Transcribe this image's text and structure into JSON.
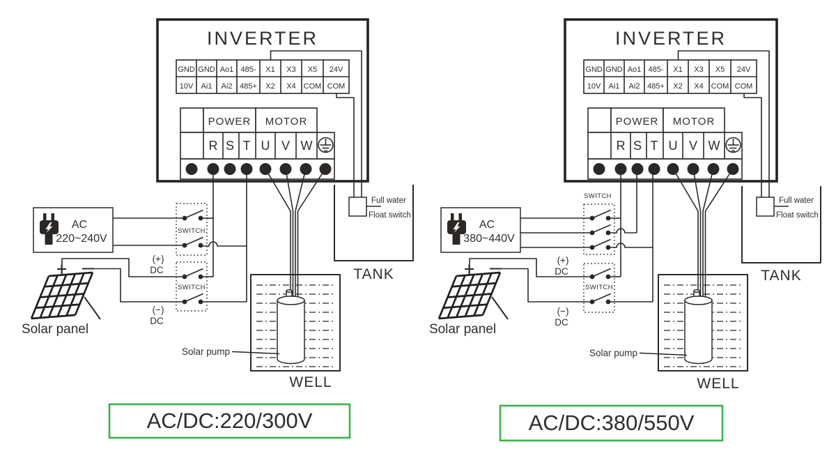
{
  "colors": {
    "line": "#2b2826",
    "text": "#312d2b",
    "accent_green": "#3cb44c"
  },
  "left": {
    "inverter_title": "INVERTER",
    "terminals_row1": [
      "GND",
      "GND",
      "Ao1",
      "485-",
      "X1",
      "X3",
      "X5",
      "24V"
    ],
    "terminals_row2": [
      "10V",
      "Ai1",
      "Ai2",
      "485+",
      "X2",
      "X4",
      "COM",
      "COM"
    ],
    "power_label": "POWER",
    "motor_label": "MOTOR",
    "phases": [
      "R",
      "S",
      "T",
      "U",
      "V",
      "W"
    ],
    "ac_line1": "AC",
    "ac_line2": "220~240V",
    "switch_label_1": "SWITCH",
    "switch_label_2": "SWITCH",
    "dc_plus": "(+)",
    "dc_plus_word": "DC",
    "dc_minus": "(−)",
    "dc_minus_word": "DC",
    "solar_panel_label": "Solar panel",
    "full_water_label": "Full water",
    "float_switch_label": "Float switch",
    "tank_label": "TANK",
    "well_label": "WELL",
    "solar_pump_label": "Solar pump",
    "rating": "AC/DC:220/300V"
  },
  "right": {
    "inverter_title": "INVERTER",
    "terminals_row1": [
      "GND",
      "GND",
      "Ao1",
      "485-",
      "X1",
      "X3",
      "X5",
      "24V"
    ],
    "terminals_row2": [
      "10V",
      "Ai1",
      "Ai2",
      "485+",
      "X2",
      "X4",
      "COM",
      "COM"
    ],
    "power_label": "POWER",
    "motor_label": "MOTOR",
    "phases": [
      "R",
      "S",
      "T",
      "U",
      "V",
      "W"
    ],
    "ac_line1": "AC",
    "ac_line2": "380~440V",
    "switch_label_1": "SWITCH",
    "switch_label_2": "SWITCH",
    "dc_plus": "(+)",
    "dc_plus_word": "DC",
    "dc_minus": "(−)",
    "dc_minus_word": "DC",
    "solar_panel_label": "Solar panel",
    "full_water_label": "Full water",
    "float_switch_label": "Float switch",
    "tank_label": "TANK",
    "well_label": "WELL",
    "solar_pump_label": "Solar pump",
    "rating": "AC/DC:380/550V"
  }
}
